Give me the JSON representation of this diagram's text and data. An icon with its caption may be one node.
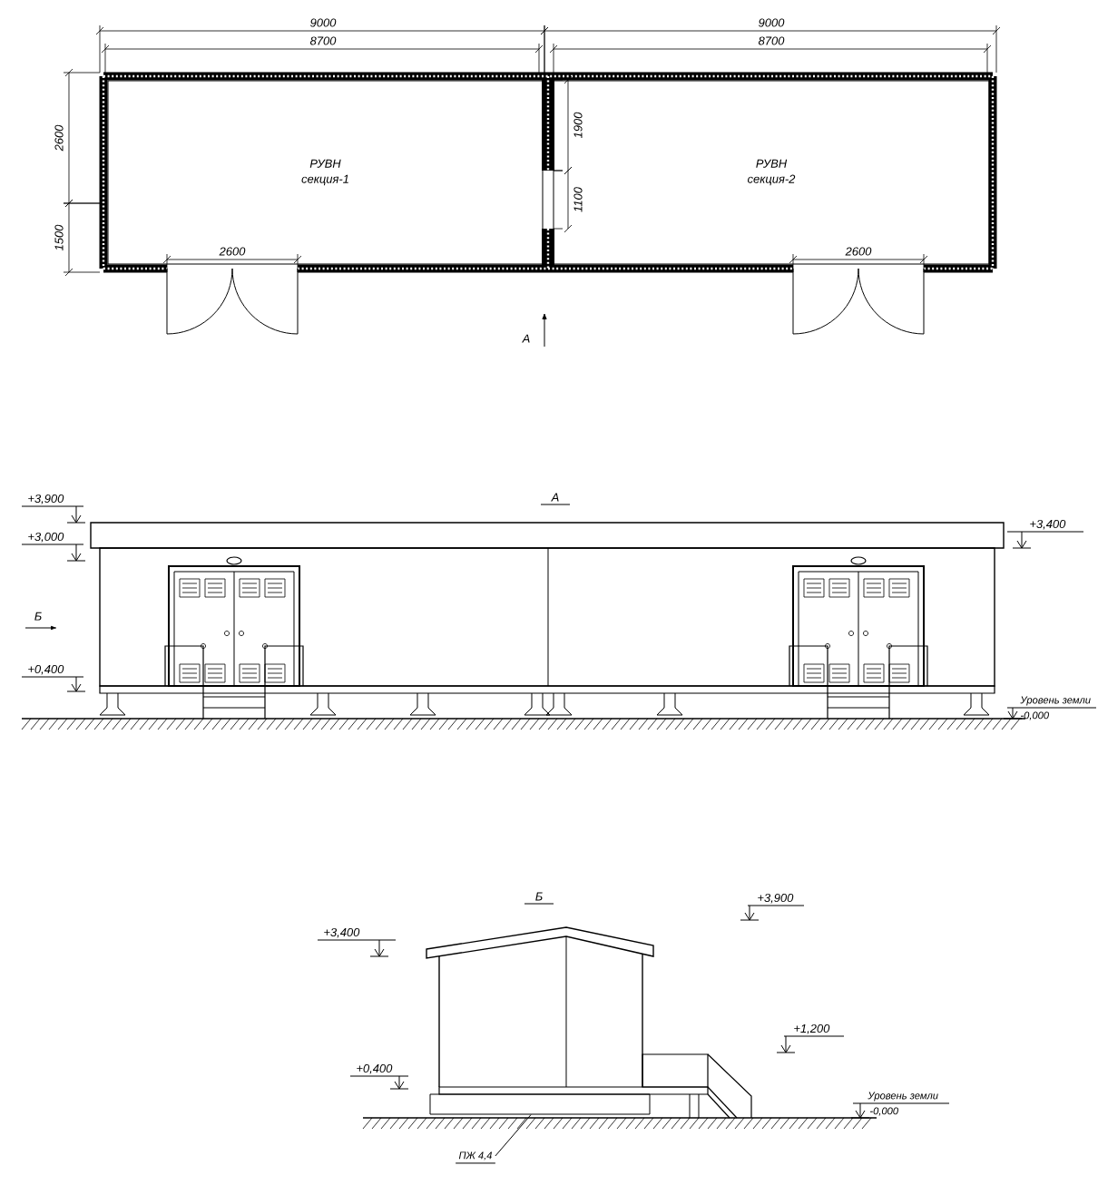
{
  "diagram": {
    "nodes": [
      {
        "text": [
          "РУВН",
          "секция-1"
        ]
      },
      {
        "text": [
          "РУВН",
          "секция-2"
        ]
      },
      {
        "text": [],
        "shape": "bar"
      },
      {
        "text": [
          "ПЖ 4,4"
        ]
      }
    ],
    "edges": [
      {
        "from": 3,
        "to": 2,
        "arrow": "none"
      }
    ],
    "labels": [
      "9000",
      "9000",
      "8700",
      "8700",
      "2600",
      "1900",
      "1500",
      "1100",
      "2600",
      "2600",
      "А",
      "+3,900",
      "А",
      "+3,400",
      "+3,000",
      "Б",
      "+0,400",
      "Уровень земли",
      "-0,000",
      "Б",
      "+3,900",
      "+3,400",
      "+1,200",
      "+0,400",
      "Уровень земли",
      "-0,000"
    ]
  }
}
